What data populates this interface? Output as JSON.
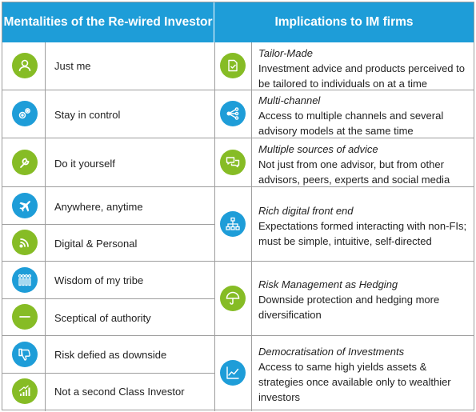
{
  "header": {
    "left": "Mentalities of the Re-wired Investor",
    "right": "Implications to IM firms"
  },
  "mentalities": [
    {
      "label": "Just me",
      "icon": "person-icon",
      "color": "#86bc25"
    },
    {
      "label": "Stay in control",
      "icon": "gears-icon",
      "color": "#1e9dd8"
    },
    {
      "label": "Do it yourself",
      "icon": "wrench-icon",
      "color": "#86bc25"
    },
    {
      "label": "Anywhere, anytime",
      "icon": "airplane-icon",
      "color": "#1e9dd8"
    },
    {
      "label": "Digital & Personal",
      "icon": "rss-icon",
      "color": "#86bc25"
    },
    {
      "label": "Wisdom of my tribe",
      "icon": "people-group-icon",
      "color": "#1e9dd8"
    },
    {
      "label": "Sceptical of authority",
      "icon": "minus-icon",
      "color": "#86bc25"
    },
    {
      "label": "Risk defied as downside",
      "icon": "thumbs-down-icon",
      "color": "#1e9dd8"
    },
    {
      "label": "Not a second Class Investor",
      "icon": "rising-bars-icon",
      "color": "#86bc25"
    }
  ],
  "implications": [
    {
      "title": "Tailor-Made",
      "text": "Investment advice and products perceived to be tailored to individuals on at a time",
      "icon": "tailored-document-icon",
      "color": "#86bc25"
    },
    {
      "title": "Multi-channel",
      "text": "Access to multiple channels and several advisory models at the same time",
      "icon": "share-network-icon",
      "color": "#1e9dd8"
    },
    {
      "title": "Multiple sources of advice",
      "text": "Not just from one advisor, but from other advisors, peers, experts and social media",
      "icon": "chat-bubbles-icon",
      "color": "#86bc25"
    },
    {
      "title": "Rich digital front end",
      "text": "Expectations formed interacting with non-FIs; must be simple, intuitive, self-directed",
      "icon": "org-chart-icon",
      "color": "#1e9dd8"
    },
    {
      "title": "Risk Management as Hedging",
      "text": "Downside protection and hedging more diversification",
      "icon": "umbrella-icon",
      "color": "#86bc25"
    },
    {
      "title": "Democratisation of Investments",
      "text": "Access to same high yields assets & strategies once available only to wealthier investors",
      "icon": "line-chart-icon",
      "color": "#1e9dd8"
    }
  ]
}
